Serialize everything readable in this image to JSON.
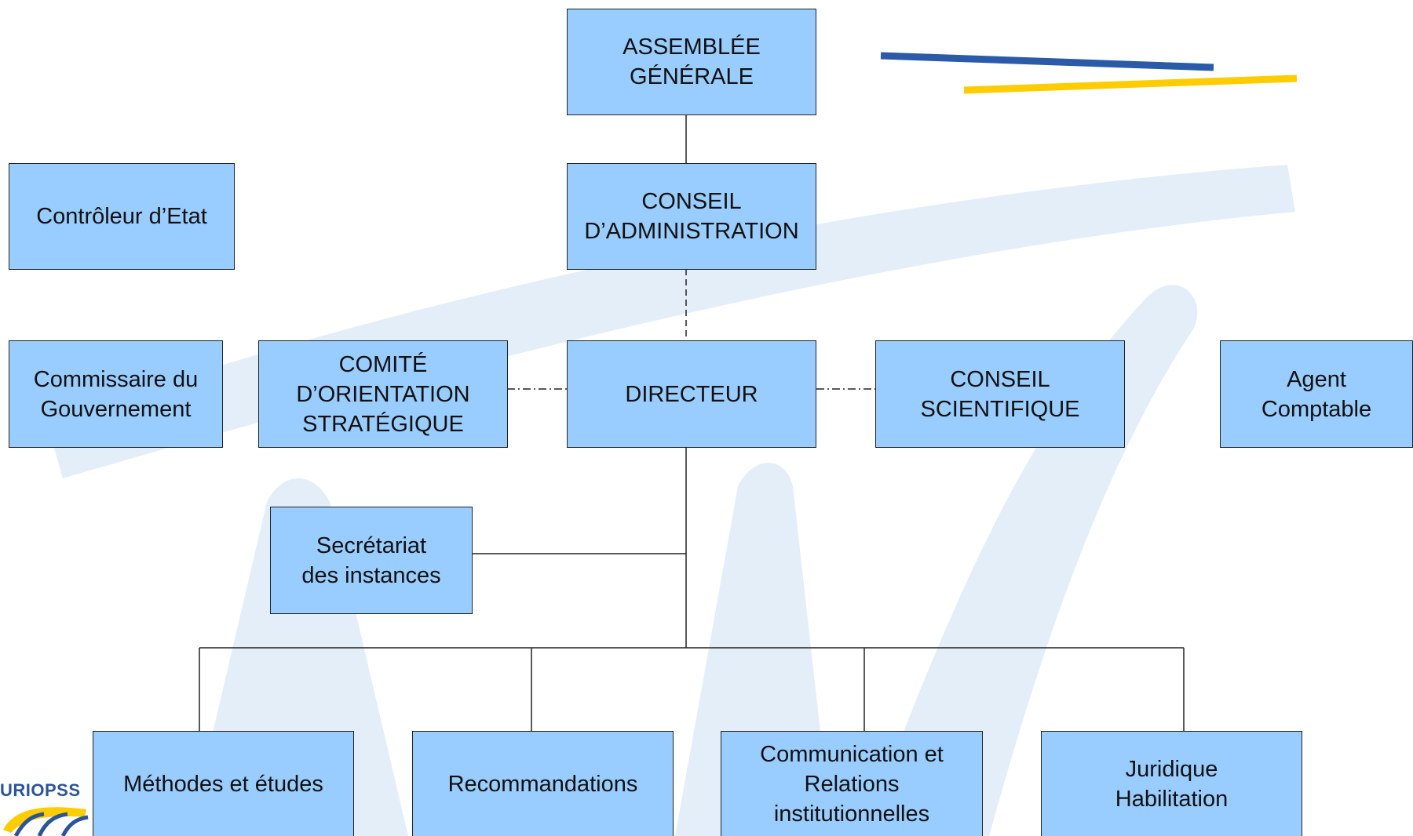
{
  "org_chart": {
    "assemblee": "ASSEMBLÉE\nGÉNÉRALE",
    "conseil_admin": "CONSEIL\nD’ADMINISTRATION",
    "controleur": "Contrôleur d’Etat",
    "commissaire": "Commissaire du\nGouvernement",
    "comite": "COMITÉ\nD’ORIENTATION\nSTRATÉGIQUE",
    "directeur": "DIRECTEUR",
    "conseil_scientifique": "CONSEIL\nSCIENTIFIQUE",
    "agent_comptable": "Agent\nComptable",
    "secretariat": "Secrétariat\ndes instances",
    "methodes": "Méthodes et études",
    "recommandations": "Recommandations",
    "communication": "Communication et\nRelations\ninstitutionnelles",
    "juridique": "Juridique\nHabilitation"
  },
  "logo": {
    "text": "URIOPSS"
  },
  "colors": {
    "box_fill": "#99ccff",
    "accent_blue": "#2b5aa8",
    "accent_yellow": "#ffcc00",
    "watermark": "#e4eef9"
  }
}
